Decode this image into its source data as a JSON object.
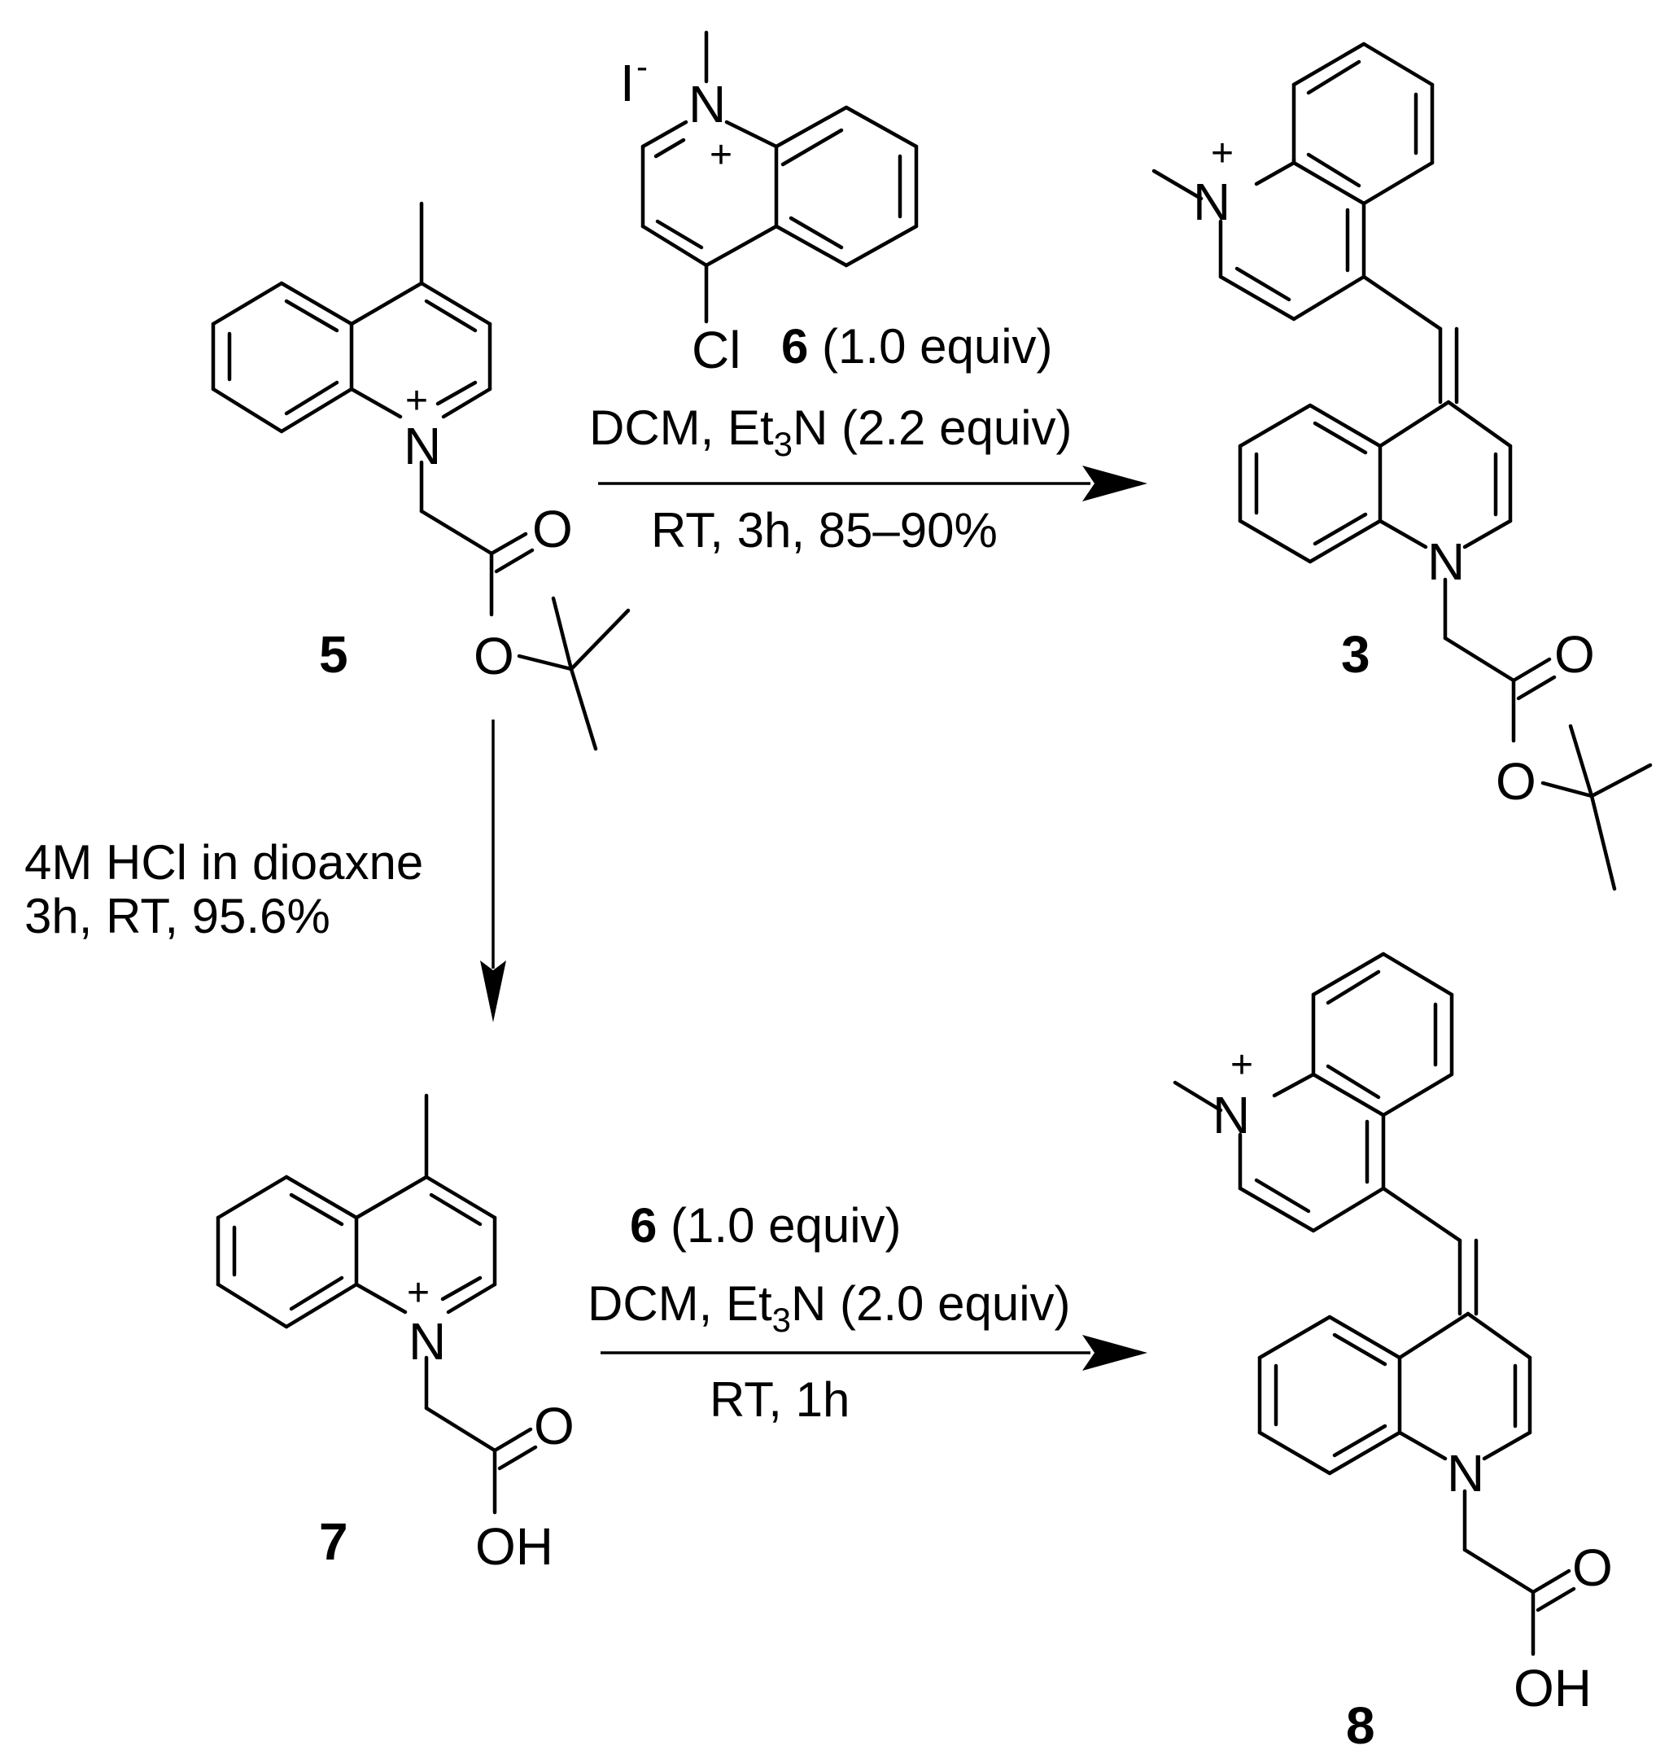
{
  "compounds": {
    "c5": {
      "label": "5"
    },
    "c6": {
      "label": "6"
    },
    "c3": {
      "label": "3"
    },
    "c7": {
      "label": "7"
    },
    "c8": {
      "label": "8"
    }
  },
  "atoms": {
    "N": "N",
    "O": "O",
    "OH": "OH",
    "Cl": "Cl",
    "I": "I",
    "plus": "+",
    "minus": "-"
  },
  "reaction1": {
    "reagent_ref": "6",
    "reagent_amount": " (1.0 equiv)",
    "line2_a": "DCM, Et",
    "line2_sub": "3",
    "line2_b": "N (2.2 equiv)",
    "line3": "RT, 3h,  85–90%"
  },
  "reaction2": {
    "line1": "4M HCl in dioaxne",
    "line2": "3h, RT, 95.6%"
  },
  "reaction3": {
    "reagent_ref": "6",
    "reagent_amount": " (1.0 equiv)",
    "line2_a": "DCM, Et",
    "line2_sub": "3",
    "line2_b": "N (2.0 equiv)",
    "line3": "RT, 1h"
  }
}
